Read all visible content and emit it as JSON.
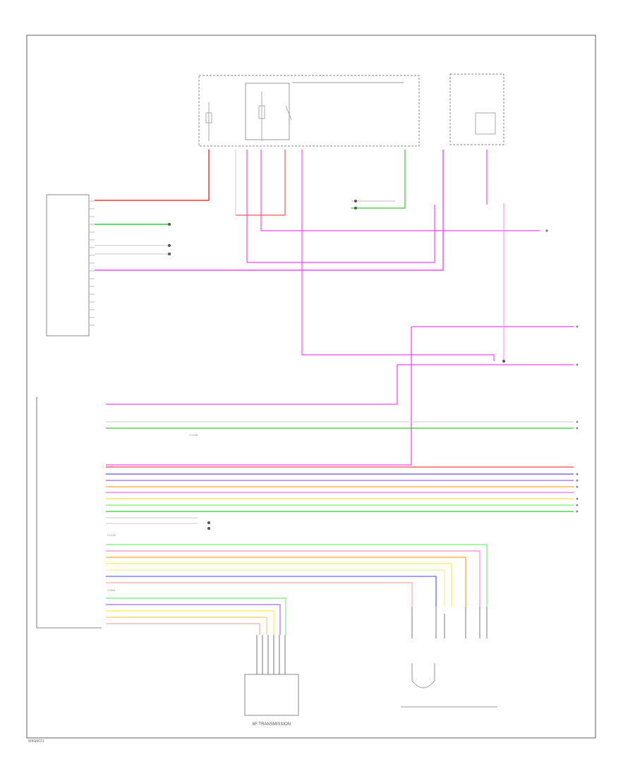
{
  "footer_code": "W4G0021",
  "transmission_label": "6F TRANSMISSION",
  "connector_labels": [
    "C175B",
    "C1232",
    "C1551"
  ],
  "colors": {
    "frame": "#666666",
    "wire_red": "#ff3333",
    "wire_green": "#33cc33",
    "wire_magenta": "#ff44ff",
    "wire_blue": "#5555ff",
    "wire_violet": "#aa66ff",
    "wire_orange": "#ffaa33",
    "wire_yellow": "#ffee55",
    "wire_pink": "#ffaaaa",
    "wire_gray": "#c8c8c8",
    "wire_lightgreen": "#77ee77"
  }
}
